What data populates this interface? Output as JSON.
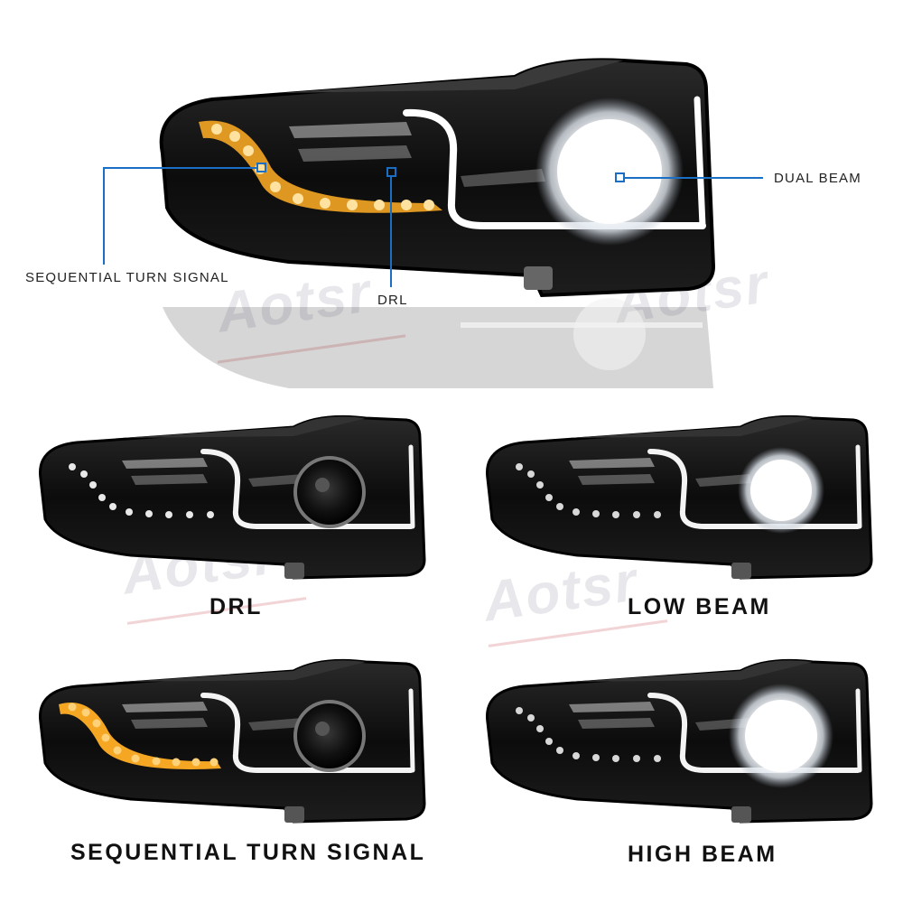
{
  "watermark": "Aotsr",
  "hero": {
    "callouts": {
      "turn_signal": "SEQUENTIAL TURN SIGNAL",
      "drl": "DRL",
      "dual_beam": "DUAL BEAM"
    }
  },
  "variants": [
    {
      "caption": "DRL",
      "mode": "drl"
    },
    {
      "caption": "LOW BEAM",
      "mode": "low"
    },
    {
      "caption": "SEQUENTIAL TURN SIGNAL",
      "mode": "turn"
    },
    {
      "caption": "HIGH BEAM",
      "mode": "high"
    }
  ],
  "colors": {
    "callout_line": "#1a6fc4",
    "amber_led": "#f5a623",
    "housing": "#141414",
    "white_beam": "#ffffff"
  }
}
